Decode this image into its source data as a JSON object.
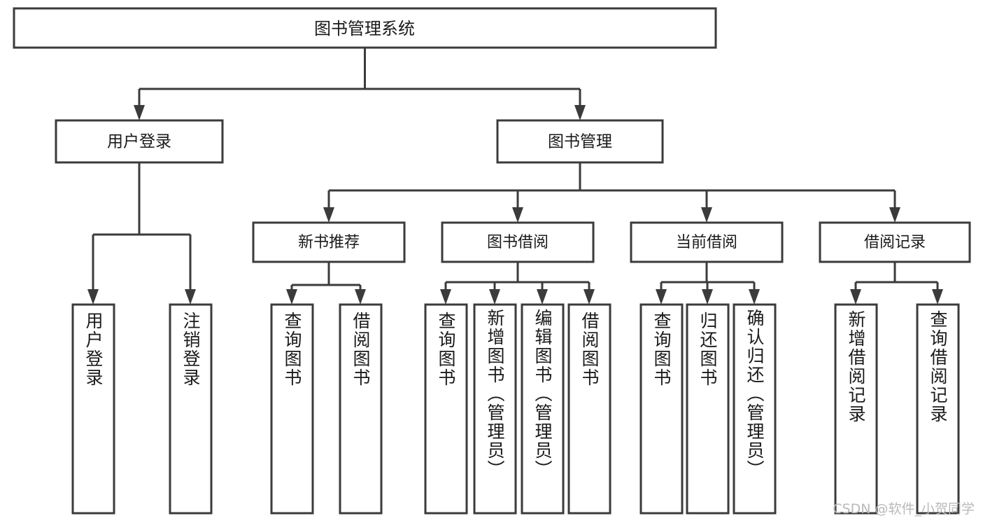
{
  "diagram": {
    "type": "hierarchy-tree",
    "title": "图书管理系统",
    "watermark": "CSDN @软件_小贺同学",
    "colors": {
      "stroke": "#3b3b3b",
      "fill": "#ffffff",
      "text": "#1a1a1a",
      "watermark": "#b9b9b9",
      "background": "#ffffff"
    },
    "root": {
      "label": "图书管理系统",
      "level": 1
    },
    "level2": [
      {
        "label": "用户登录"
      },
      {
        "label": "图书管理"
      }
    ],
    "level3": [
      {
        "label": "新书推荐"
      },
      {
        "label": "图书借阅"
      },
      {
        "label": "当前借阅"
      },
      {
        "label": "借阅记录"
      }
    ],
    "leaves": {
      "user_login": [
        {
          "label": "用户登录"
        },
        {
          "label": "注销登录"
        }
      ],
      "new_book": [
        {
          "label": "查询图书"
        },
        {
          "label": "借阅图书"
        }
      ],
      "book_borrow": [
        {
          "label": "查询图书"
        },
        {
          "label": "新增图书（管理员）"
        },
        {
          "label": "编辑图书（管理员）"
        },
        {
          "label": "借阅图书"
        }
      ],
      "current_borrow": [
        {
          "label": "查询图书"
        },
        {
          "label": "归还图书"
        },
        {
          "label": "确认归还（管理员）"
        }
      ],
      "borrow_record": [
        {
          "label": "新增借阅记录"
        },
        {
          "label": "查询借阅记录"
        }
      ]
    }
  }
}
